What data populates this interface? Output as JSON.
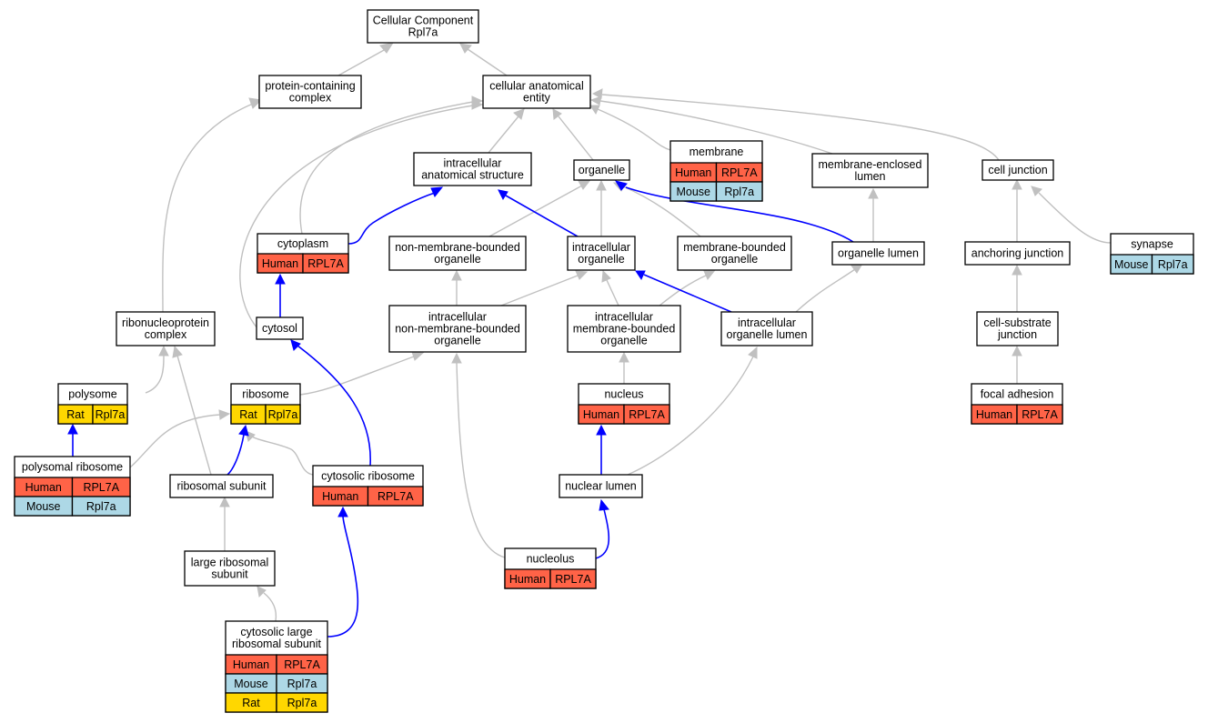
{
  "colors": {
    "human": "#ff6347",
    "mouse": "#add8e6",
    "rat": "#ffd700",
    "is_a_edge": "#c0c0c0",
    "part_of_edge": "#0000ff"
  },
  "nodes": {
    "cc_root": {
      "lines": [
        "Cellular Component",
        "Rpl7a"
      ]
    },
    "protein_containing_complex": {
      "lines": [
        "protein-containing",
        "complex"
      ]
    },
    "cellular_anatomical_entity": {
      "lines": [
        "cellular anatomical",
        "entity"
      ]
    },
    "intracellular_anatomical_structure": {
      "lines": [
        "intracellular",
        "anatomical structure"
      ]
    },
    "organelle": {
      "lines": [
        "organelle"
      ]
    },
    "membrane": {
      "lines": [
        "membrane"
      ],
      "rows": [
        [
          "Human",
          "RPL7A"
        ],
        [
          "Mouse",
          "Rpl7a"
        ]
      ]
    },
    "membrane_enclosed_lumen": {
      "lines": [
        "membrane-enclosed",
        "lumen"
      ]
    },
    "cell_junction": {
      "lines": [
        "cell junction"
      ]
    },
    "cytoplasm": {
      "lines": [
        "cytoplasm"
      ],
      "rows": [
        [
          "Human",
          "RPL7A"
        ]
      ]
    },
    "non_membrane_bounded_organelle": {
      "lines": [
        "non-membrane-bounded",
        "organelle"
      ]
    },
    "intracellular_organelle": {
      "lines": [
        "intracellular",
        "organelle"
      ]
    },
    "membrane_bounded_organelle": {
      "lines": [
        "membrane-bounded",
        "organelle"
      ]
    },
    "organelle_lumen": {
      "lines": [
        "organelle lumen"
      ]
    },
    "anchoring_junction": {
      "lines": [
        "anchoring junction"
      ]
    },
    "synapse": {
      "lines": [
        "synapse"
      ],
      "rows": [
        [
          "Mouse",
          "Rpl7a"
        ]
      ]
    },
    "ribonucleoprotein_complex": {
      "lines": [
        "ribonucleoprotein",
        "complex"
      ]
    },
    "cytosol": {
      "lines": [
        "cytosol"
      ]
    },
    "intracellular_non_membrane_bounded_organelle": {
      "lines": [
        "intracellular",
        "non-membrane-bounded",
        "organelle"
      ]
    },
    "intracellular_membrane_bounded_organelle": {
      "lines": [
        "intracellular",
        "membrane-bounded",
        "organelle"
      ]
    },
    "intracellular_organelle_lumen": {
      "lines": [
        "intracellular",
        "organelle lumen"
      ]
    },
    "cell_substrate_junction": {
      "lines": [
        "cell-substrate",
        "junction"
      ]
    },
    "polysome": {
      "lines": [
        "polysome"
      ],
      "rows": [
        [
          "Rat",
          "Rpl7a"
        ]
      ]
    },
    "ribosome": {
      "lines": [
        "ribosome"
      ],
      "rows": [
        [
          "Rat",
          "Rpl7a"
        ]
      ]
    },
    "nucleus": {
      "lines": [
        "nucleus"
      ],
      "rows": [
        [
          "Human",
          "RPL7A"
        ]
      ]
    },
    "focal_adhesion": {
      "lines": [
        "focal adhesion"
      ],
      "rows": [
        [
          "Human",
          "RPL7A"
        ]
      ]
    },
    "polysomal_ribosome": {
      "lines": [
        "polysomal ribosome"
      ],
      "rows": [
        [
          "Human",
          "RPL7A"
        ],
        [
          "Mouse",
          "Rpl7a"
        ]
      ]
    },
    "ribosomal_subunit": {
      "lines": [
        "ribosomal subunit"
      ]
    },
    "cytosolic_ribosome": {
      "lines": [
        "cytosolic ribosome"
      ],
      "rows": [
        [
          "Human",
          "RPL7A"
        ]
      ]
    },
    "nuclear_lumen": {
      "lines": [
        "nuclear lumen"
      ]
    },
    "large_ribosomal_subunit": {
      "lines": [
        "large ribosomal",
        "subunit"
      ]
    },
    "nucleolus": {
      "lines": [
        "nucleolus"
      ],
      "rows": [
        [
          "Human",
          "RPL7A"
        ]
      ]
    },
    "cytosolic_large_ribosomal_subunit": {
      "lines": [
        "cytosolic large",
        "ribosomal subunit"
      ],
      "rows": [
        [
          "Human",
          "RPL7A"
        ],
        [
          "Mouse",
          "Rpl7a"
        ],
        [
          "Rat",
          "Rpl7a"
        ]
      ]
    }
  }
}
